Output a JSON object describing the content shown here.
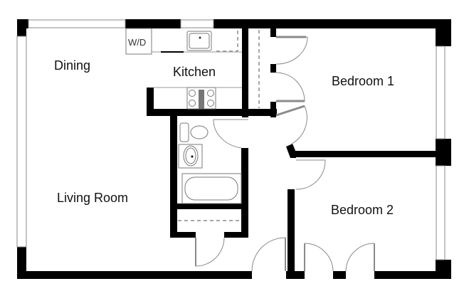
{
  "rooms": {
    "dining": "Dining",
    "kitchen": "Kitchen",
    "bedroom1": "Bedroom 1",
    "bedroom2": "Bedroom 2",
    "living": "Living Room"
  },
  "fixtures": {
    "washer_dryer": "W/D"
  },
  "colors": {
    "wall": "#000000",
    "window": "#8a8a8a",
    "background": "#ffffff"
  }
}
